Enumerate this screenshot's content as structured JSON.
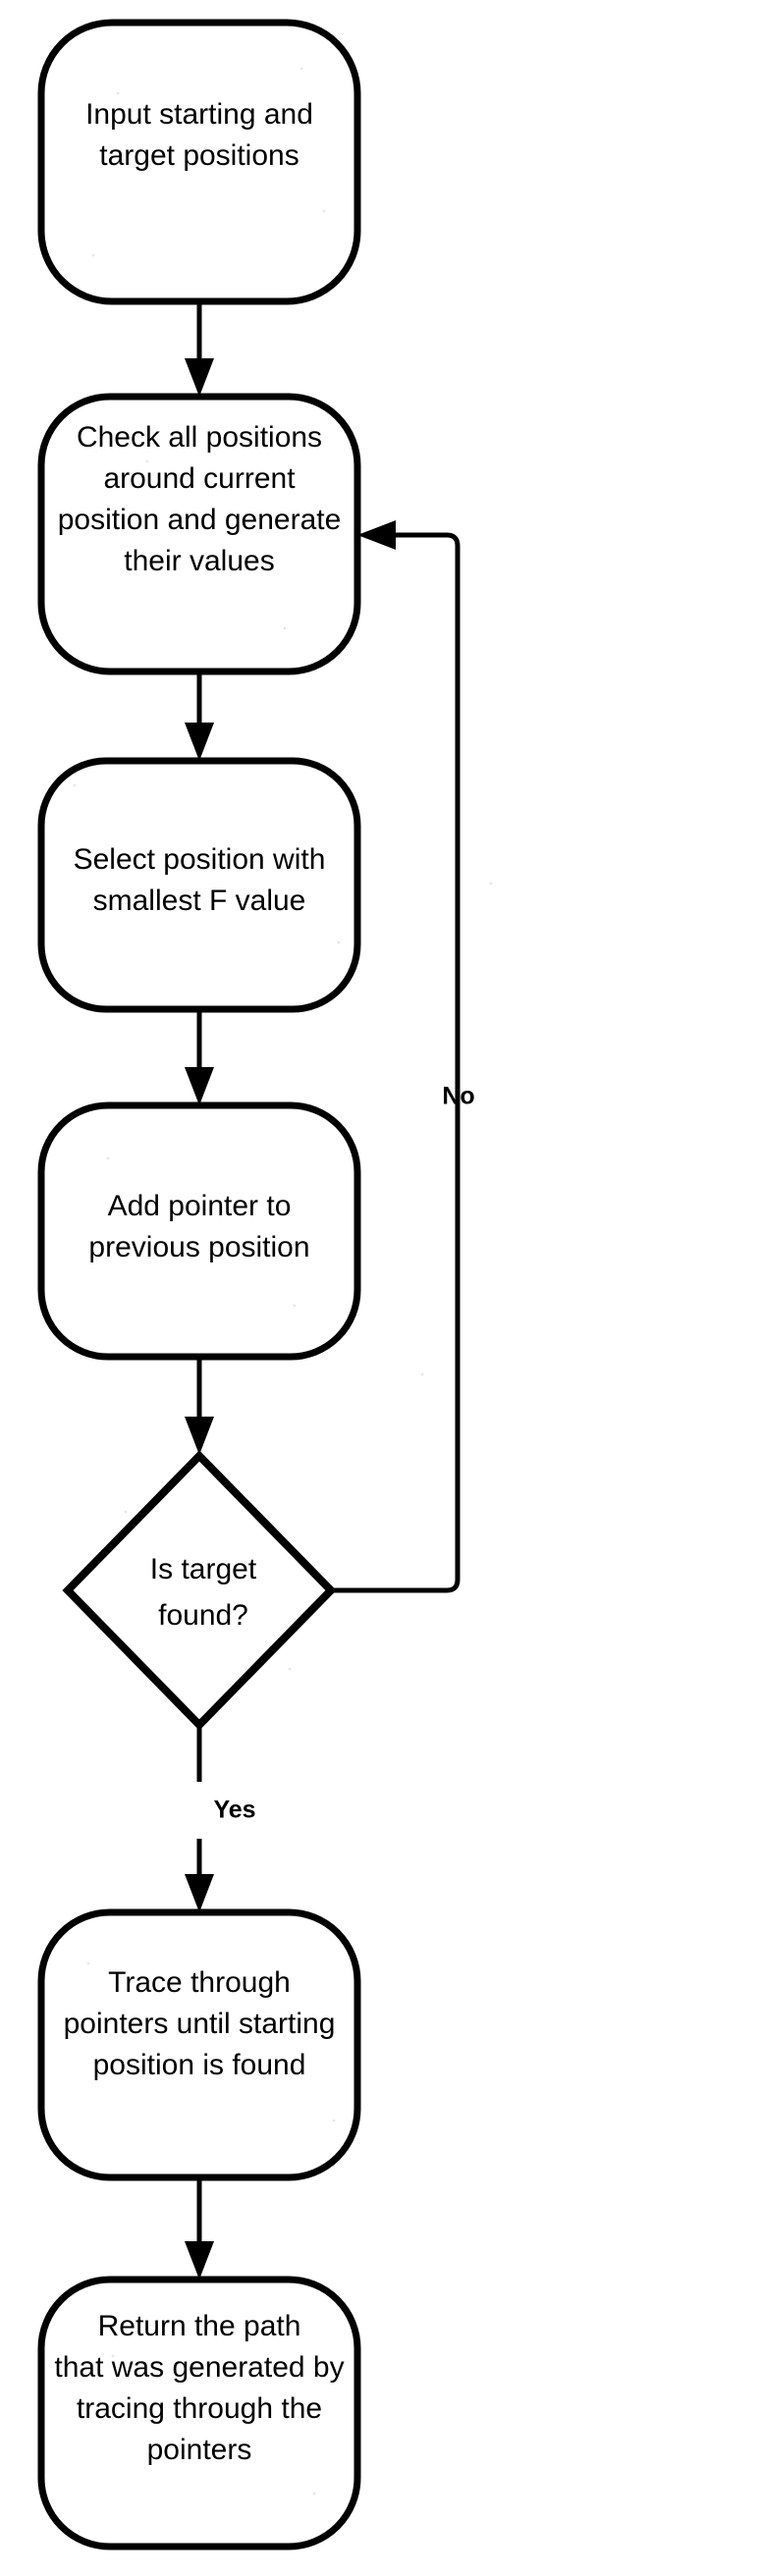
{
  "diagram": {
    "type": "flowchart",
    "title": "A* pathfinding algorithm flowchart",
    "orientation": "vertical-top-down",
    "background_color": "#ffffff",
    "line_color": "#000000",
    "nodes": [
      {
        "id": "n1",
        "shape": "rounded-rectangle",
        "role": "start",
        "lines": [
          "Input starting and",
          "target positions"
        ]
      },
      {
        "id": "n2",
        "shape": "rounded-rectangle",
        "role": "process",
        "lines": [
          "Check all positions",
          "around current",
          "position and generate",
          "their values"
        ]
      },
      {
        "id": "n3",
        "shape": "rounded-rectangle",
        "role": "process",
        "lines": [
          "Select position with",
          "smallest F value"
        ]
      },
      {
        "id": "n4",
        "shape": "rounded-rectangle",
        "role": "process",
        "lines": [
          "Add pointer to",
          "previous position"
        ]
      },
      {
        "id": "n5",
        "shape": "diamond",
        "role": "decision",
        "lines": [
          "Is target",
          "found?"
        ]
      },
      {
        "id": "n6",
        "shape": "rounded-rectangle",
        "role": "process",
        "lines": [
          "Trace through",
          "pointers until starting",
          "position is found"
        ]
      },
      {
        "id": "n7",
        "shape": "rounded-rectangle",
        "role": "end",
        "lines": [
          "Return the path",
          "that was generated by",
          "tracing through the",
          "pointers"
        ]
      }
    ],
    "edges": [
      {
        "id": "e1",
        "from": "n1",
        "to": "n2",
        "label": ""
      },
      {
        "id": "e2",
        "from": "n2",
        "to": "n3",
        "label": ""
      },
      {
        "id": "e3",
        "from": "n3",
        "to": "n4",
        "label": ""
      },
      {
        "id": "e4",
        "from": "n4",
        "to": "n5",
        "label": ""
      },
      {
        "id": "e5",
        "from": "n5",
        "to": "n2",
        "label": "No"
      },
      {
        "id": "e6",
        "from": "n5",
        "to": "n6",
        "label": "Yes"
      },
      {
        "id": "e7",
        "from": "n6",
        "to": "n7",
        "label": ""
      }
    ],
    "edge_labels": {
      "no": "No",
      "yes": "Yes"
    }
  }
}
